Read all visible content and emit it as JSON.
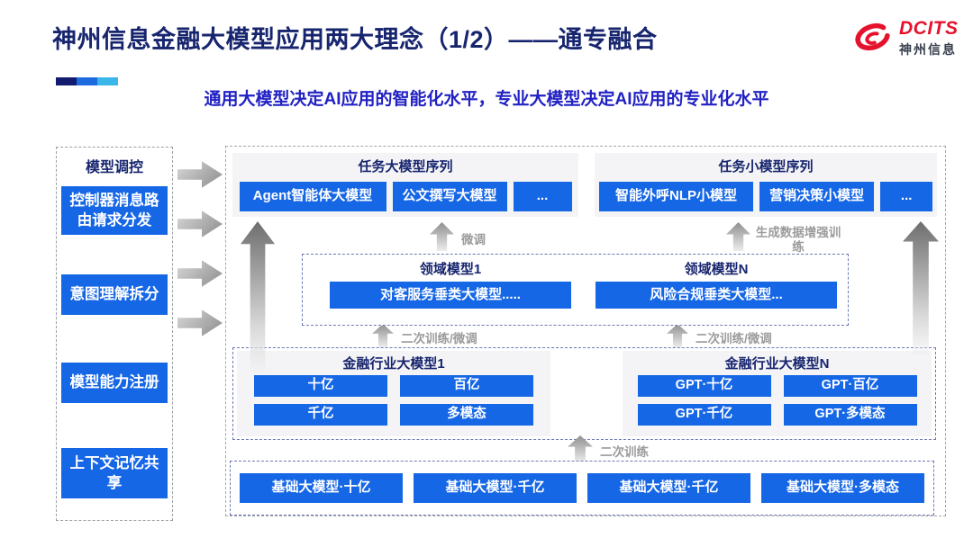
{
  "header": {
    "title": "神州信息金融大模型应用两大理念（1/2）——通专融合",
    "subtitle": "通用大模型决定AI应用的智能化水平，专业大模型决定AI应用的专业化水平",
    "logo": {
      "name": "DCITS",
      "name_cn": "神州信息"
    }
  },
  "sidebar": {
    "title": "模型调控",
    "items": [
      {
        "label": "控制器消息路由请求分发"
      },
      {
        "label": "意图理解拆分"
      },
      {
        "label": "模型能力注册"
      },
      {
        "label": "上下文记忆共享"
      }
    ]
  },
  "diagram": {
    "task_large": {
      "title": "任务大模型序列",
      "models": [
        "Agent智能体大模型",
        "公文撰写大模型",
        "..."
      ]
    },
    "task_small": {
      "title": "任务小模型序列",
      "models": [
        "智能外呼NLP小模型",
        "营销决策小模型",
        "..."
      ]
    },
    "domain_groups": [
      {
        "title": "领域模型1",
        "model": "对客服务垂类大模型....."
      },
      {
        "title": "领域模型N",
        "model": "风险合规垂类大模型..."
      }
    ],
    "industry_groups": [
      {
        "title": "金融行业大模型1",
        "models": [
          "十亿",
          "百亿",
          "千亿",
          "多模态"
        ]
      },
      {
        "title": "金融行业大模型N",
        "models": [
          "GPT·十亿",
          "GPT·百亿",
          "GPT·千亿",
          "GPT·多模态"
        ]
      }
    ],
    "base_models": [
      "基础大模型·十亿",
      "基础大模型·千亿",
      "基础大模型·千亿",
      "基础大模型·多模态"
    ],
    "arrow_labels": {
      "fine_tune": "微调",
      "gen_data_train": "生成数据增强训练",
      "secondary_left": "二次训练/微调",
      "secondary_right": "二次训练/微调",
      "secondary_bottom": "二次训练"
    }
  },
  "colors": {
    "primary_blue": "#1667e6",
    "title_navy": "#17256e",
    "subtitle_blue": "#2121c4",
    "logo_red": "#e5122d",
    "panel_gray": "#f4f4f6",
    "accent_bar": [
      "#131b6e",
      "#1e6be0",
      "#3ab7e8"
    ]
  }
}
